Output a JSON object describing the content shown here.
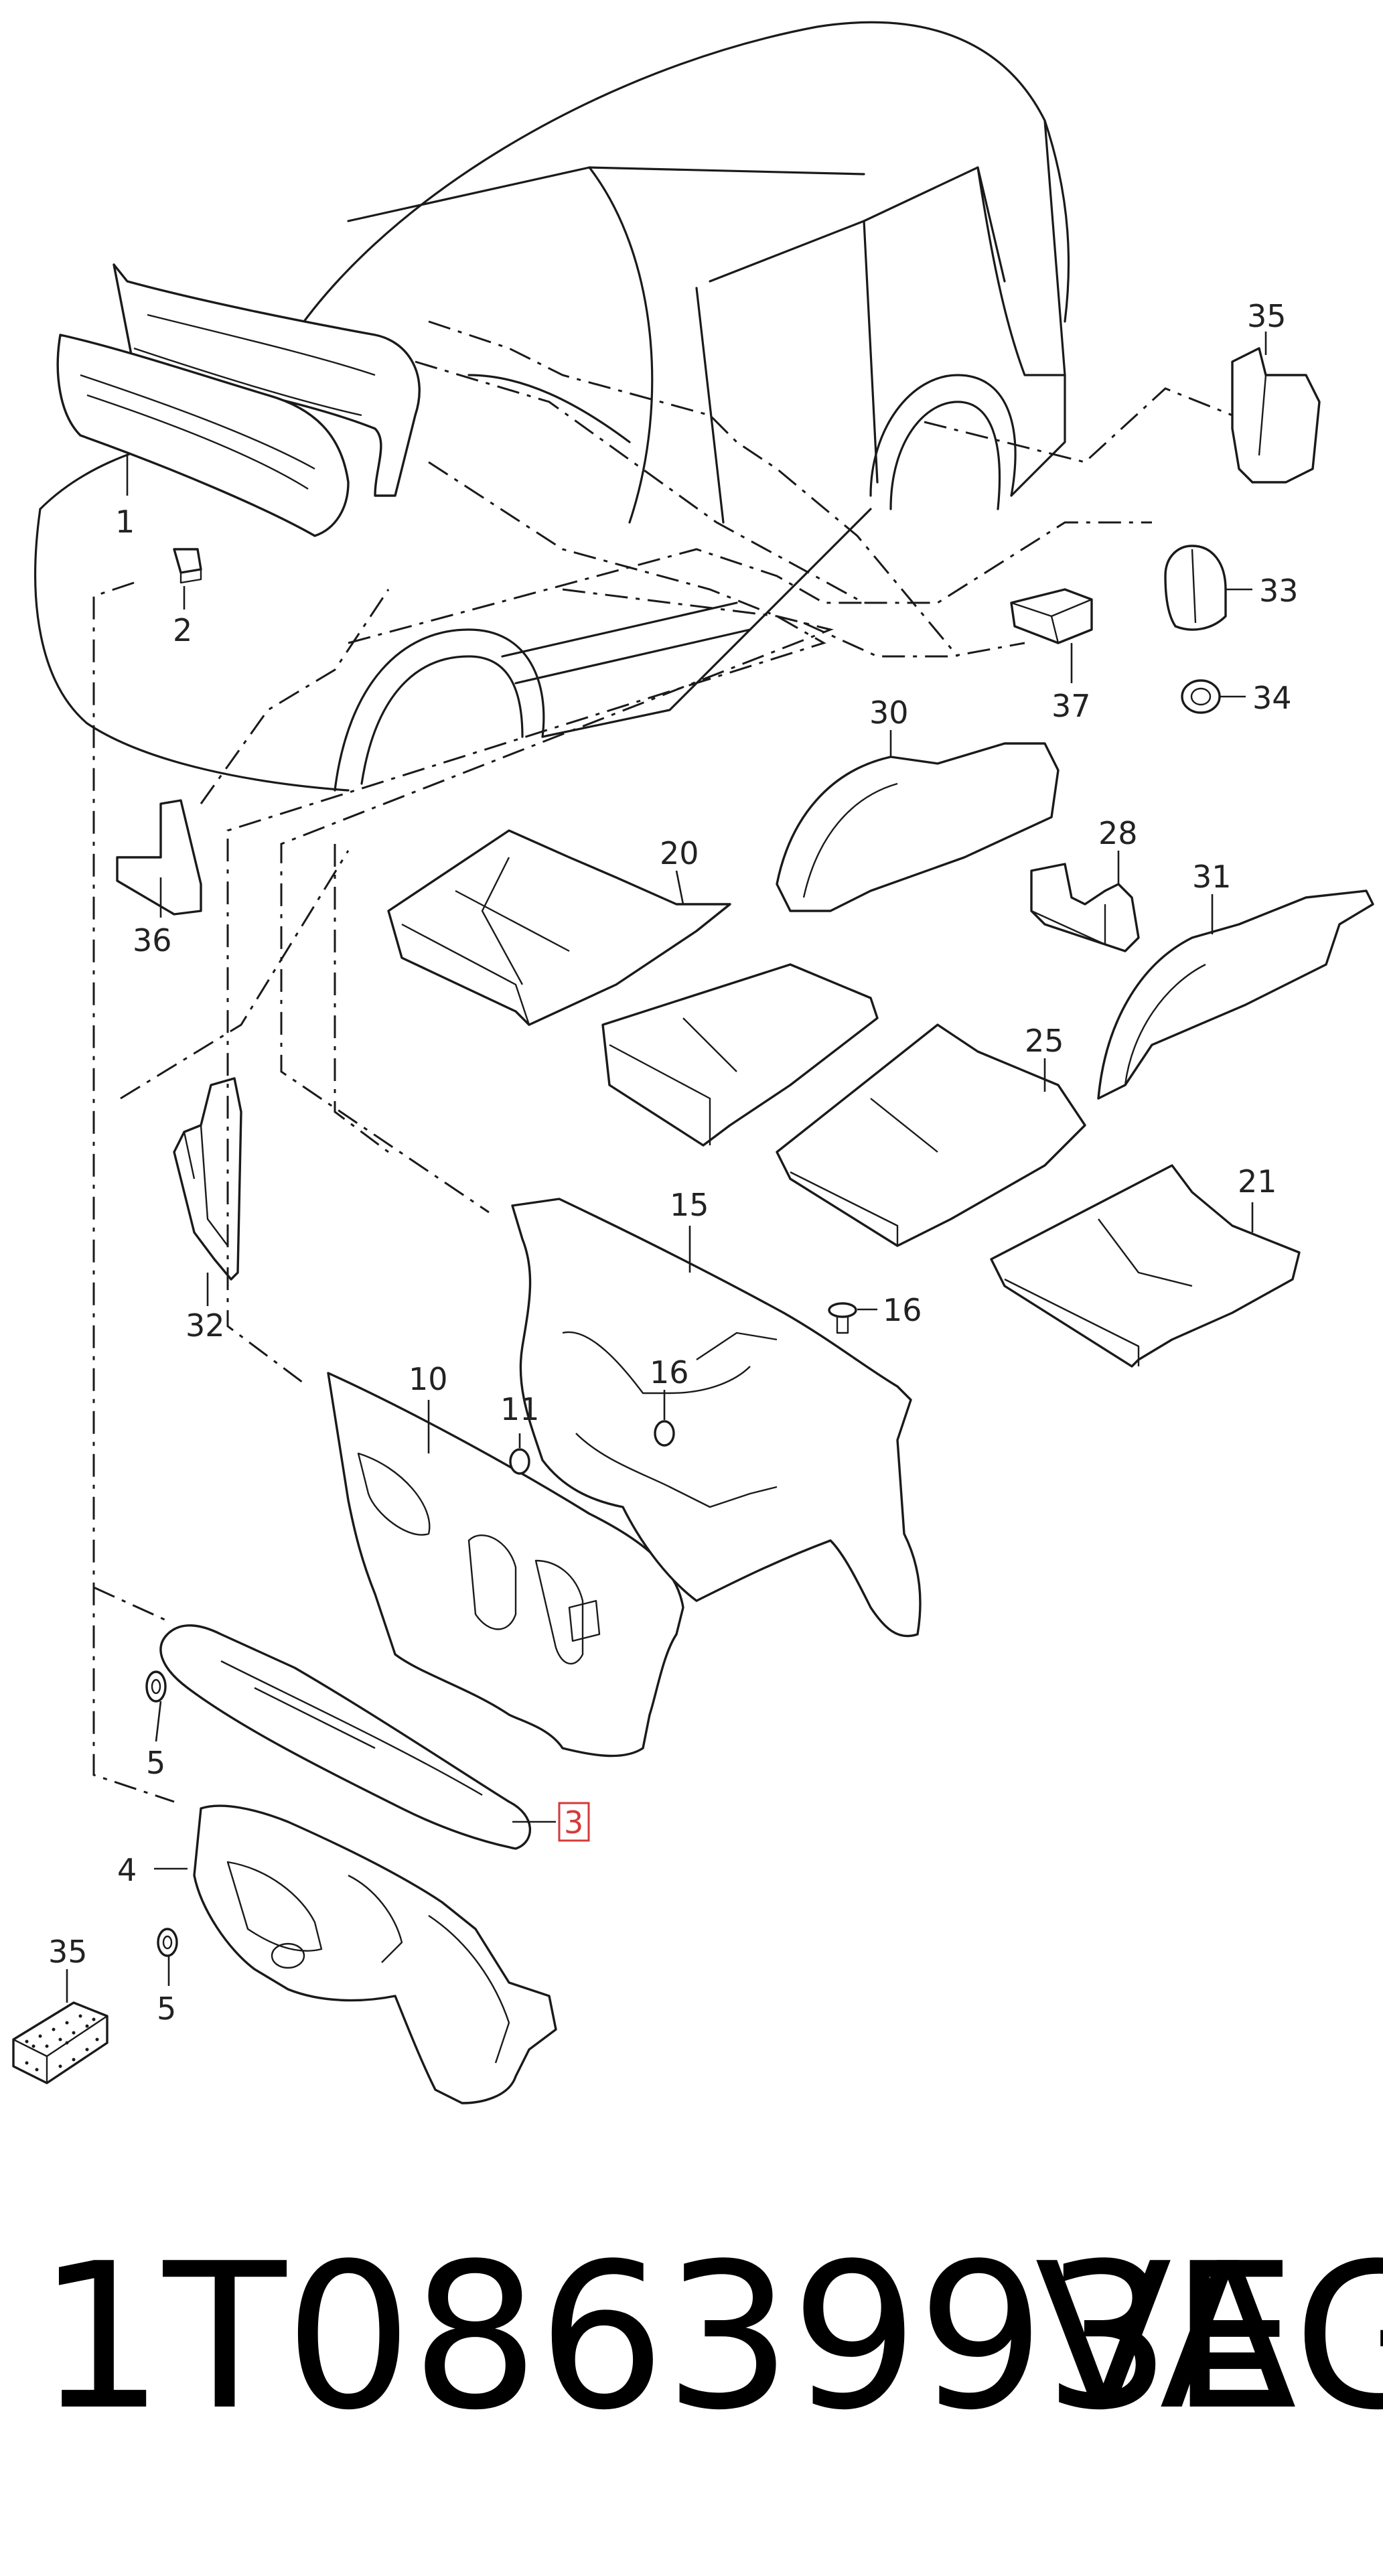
{
  "diagram": {
    "callouts": {
      "c1": "1",
      "c2": "2",
      "c3": "3",
      "c4": "4",
      "c5a": "5",
      "c5b": "5",
      "c10": "10",
      "c11": "11",
      "c15": "15",
      "c16a": "16",
      "c16b": "16",
      "c20": "20",
      "c21": "21",
      "c25": "25",
      "c28": "28",
      "c30": "30",
      "c31": "31",
      "c32": "32",
      "c33": "33",
      "c34": "34",
      "c35a": "35",
      "c35b": "35",
      "c36": "36",
      "c37": "37"
    },
    "highlighted_callout": "3",
    "highlight_color": "#d63a3a"
  },
  "footer": {
    "part_number": "1T0863993E",
    "brand": "VAG"
  }
}
